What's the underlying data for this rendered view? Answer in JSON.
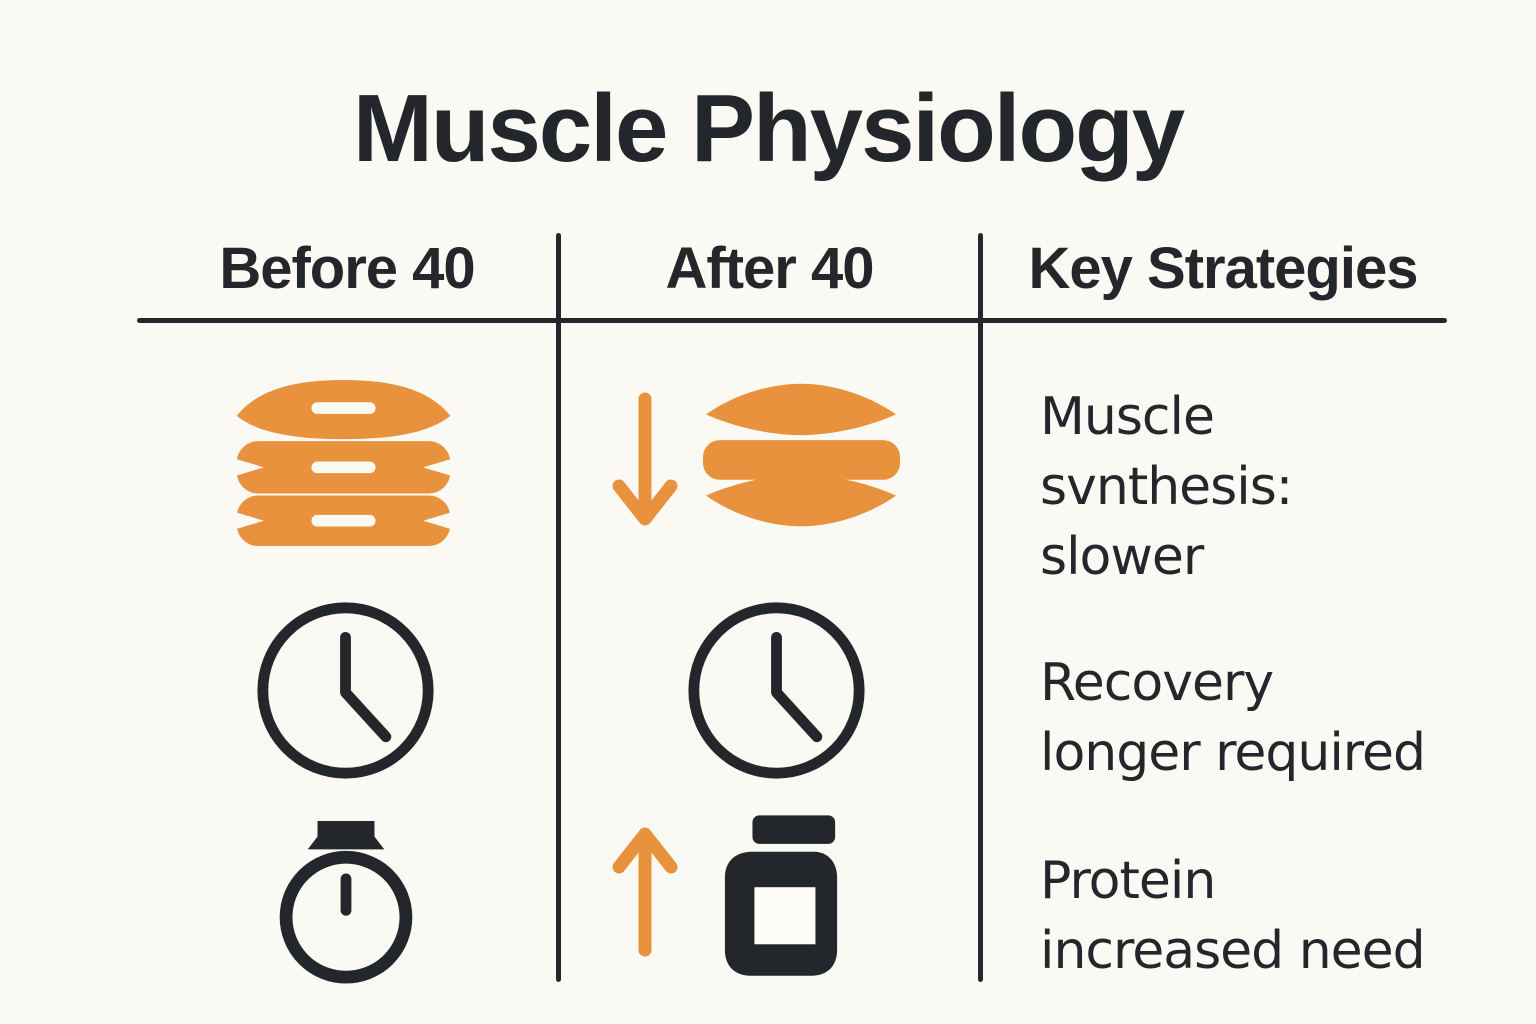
{
  "title": "Muscle Physiology",
  "colors": {
    "orange": "#E8923E",
    "ink": "#23272B",
    "background": "#FBF9F3",
    "label_white": "#FDFCF8"
  },
  "table": {
    "headers": {
      "before": "Before 40",
      "after": "After 40",
      "strategies": "Key Strategies"
    },
    "rows": [
      {
        "topic": "muscle-mass",
        "before_icon": "muscle-stack-icon",
        "after_icons": [
          "arrow-down-icon",
          "muscle-stack-reduced-icon"
        ],
        "strategy": "Muscle\nsvnthesis:\nslower"
      },
      {
        "topic": "recovery-time",
        "before_icon": "clock-icon",
        "after_icons": [
          "clock-icon"
        ],
        "strategy": "Recovery\nlonger required"
      },
      {
        "topic": "protein-need",
        "before_icon": "stopwatch-icon",
        "after_icons": [
          "arrow-up-icon",
          "protein-jar-icon"
        ],
        "strategy": "Protein\nincreased need"
      }
    ]
  }
}
